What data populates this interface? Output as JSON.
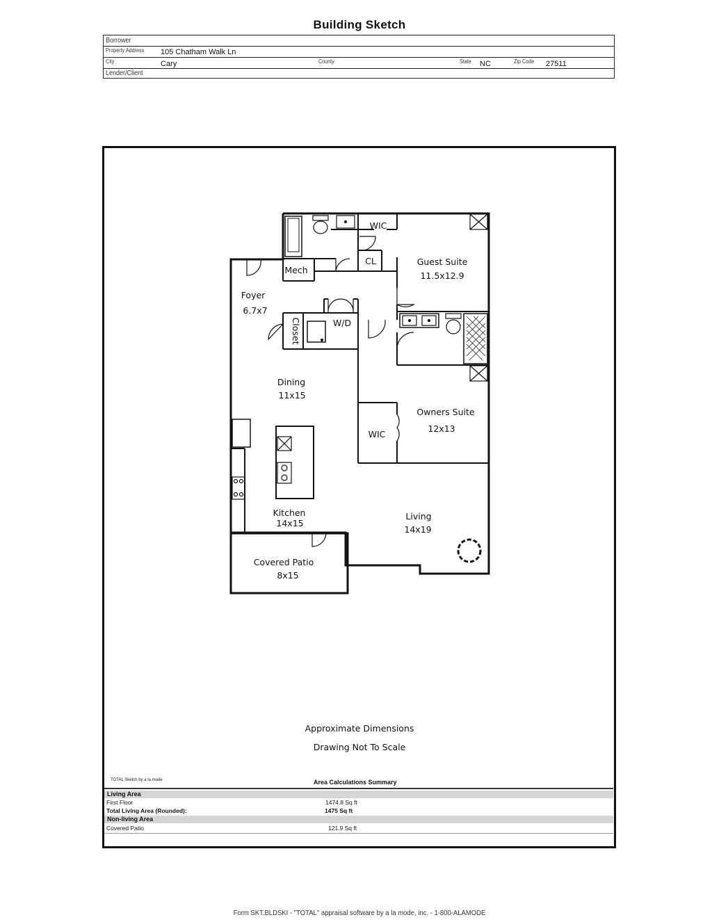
{
  "title": "Building Sketch",
  "header": {
    "borrower_label": "Borrower",
    "property_address_label": "Property Address",
    "property_address": "105 Chatham Walk Ln",
    "city_label": "City",
    "city": "Cary",
    "county_label": "County",
    "state_label": "State",
    "state": "NC",
    "zip_label": "Zip Code",
    "zip": "27511",
    "lender_label": "Lender/Client"
  },
  "rooms": {
    "wic_guest": "WIC",
    "cl": "CL",
    "mech": "Mech",
    "guest_suite": "Guest Suite",
    "guest_suite_dim": "11.5x12.9",
    "foyer": "Foyer",
    "foyer_dim": "6.7x7",
    "wd": "W/D",
    "closet": "Closet",
    "dining": "Dining",
    "dining_dim": "11x15",
    "owners_suite": "Owners Suite",
    "owners_suite_dim": "12x13",
    "wic_owners": "WIC",
    "kitchen": "Kitchen",
    "kitchen_dim": "14x15",
    "living": "Living",
    "living_dim": "14x19",
    "covered_patio": "Covered Patio",
    "covered_patio_dim": "8x15"
  },
  "notes": {
    "line1": "Approximate Dimensions",
    "line2": "Drawing Not To Scale"
  },
  "sketch_credit": "TOTAL Sketch by a la mode",
  "area_summary": {
    "title": "Area Calculations Summary",
    "living_area_header": "Living Area",
    "first_floor_label": "First Floor",
    "first_floor_value": "1474.8 Sq ft",
    "total_label": "Total Living Area (Rounded):",
    "total_value": "1475 Sq ft",
    "non_living_header": "Non-living Area",
    "covered_patio_label": "Covered Patio",
    "covered_patio_value": "121.9 Sq ft"
  },
  "footer": "Form SKT.BLDSKI - \"TOTAL\" appraisal software by a la mode, inc. - 1-800-ALAMODE"
}
